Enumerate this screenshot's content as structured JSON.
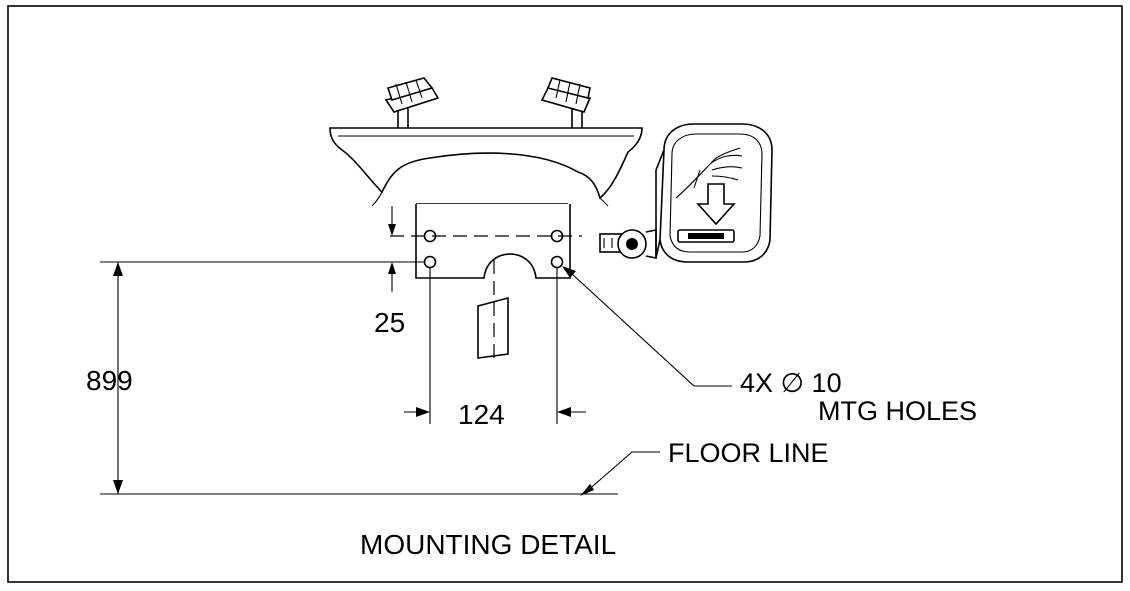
{
  "drawing": {
    "title": "MOUNTING DETAIL",
    "dimensions": {
      "height": "899",
      "hole_vertical_spacing": "25",
      "hole_horizontal_spacing": "124"
    },
    "callouts": {
      "holes_line1": "4X ∅ 10",
      "holes_line2": "MTG HOLES",
      "floor": "FLOOR LINE"
    }
  }
}
